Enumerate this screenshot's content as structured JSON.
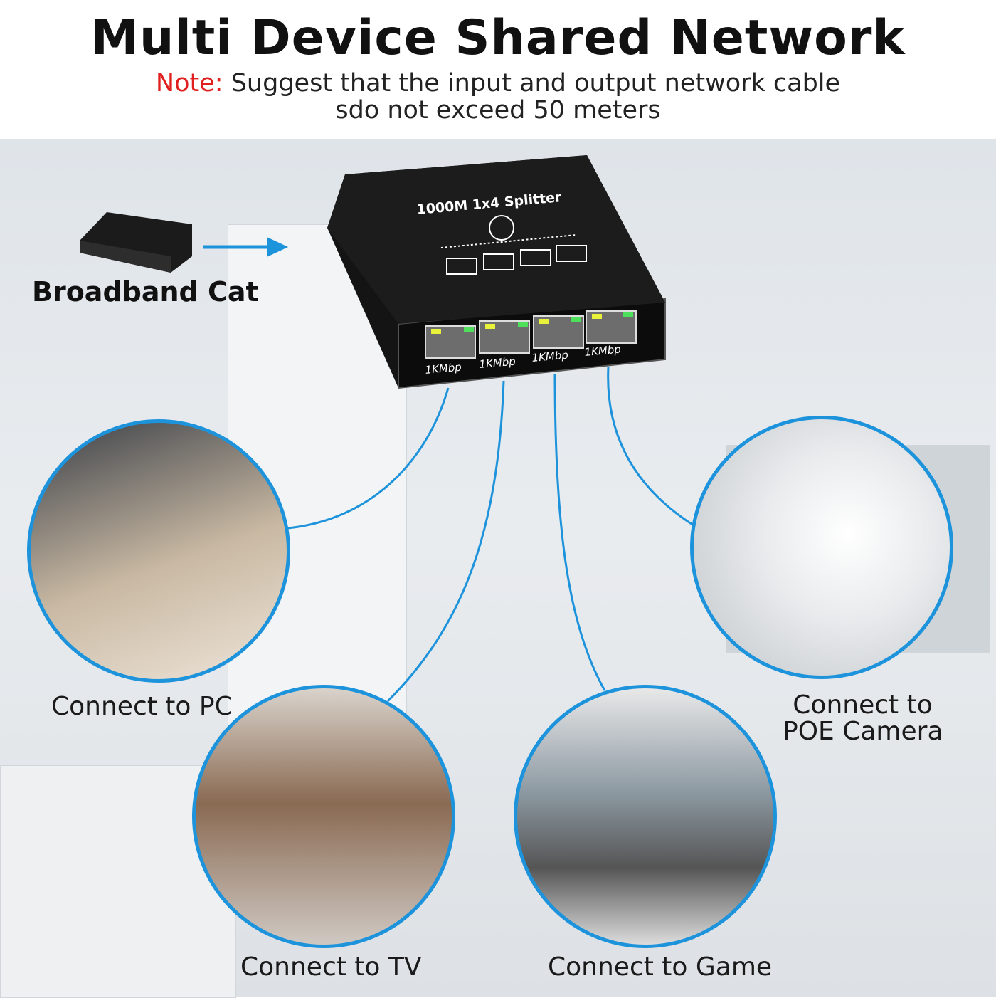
{
  "header": {
    "title": "Multi Device Shared Network",
    "note_label": "Note:",
    "note_line1": "Suggest that the input and output network cable",
    "note_line2": "sdo not exceed 50 meters"
  },
  "source": {
    "label": "Broadband Cat"
  },
  "device": {
    "name": "1000M 1x4 Splitter",
    "ports": [
      {
        "speed": "1KMbp"
      },
      {
        "speed": "1KMbp"
      },
      {
        "speed": "1KMbp"
      },
      {
        "speed": "1KMbp"
      }
    ]
  },
  "targets": {
    "pc": "Connect to PC",
    "tv": "Connect to TV",
    "game": "Connect to Game",
    "camera_line1": "Connect to",
    "camera_line2": "POE Camera"
  },
  "colors": {
    "accent": "#1d93dc",
    "note": "#e0201e"
  }
}
